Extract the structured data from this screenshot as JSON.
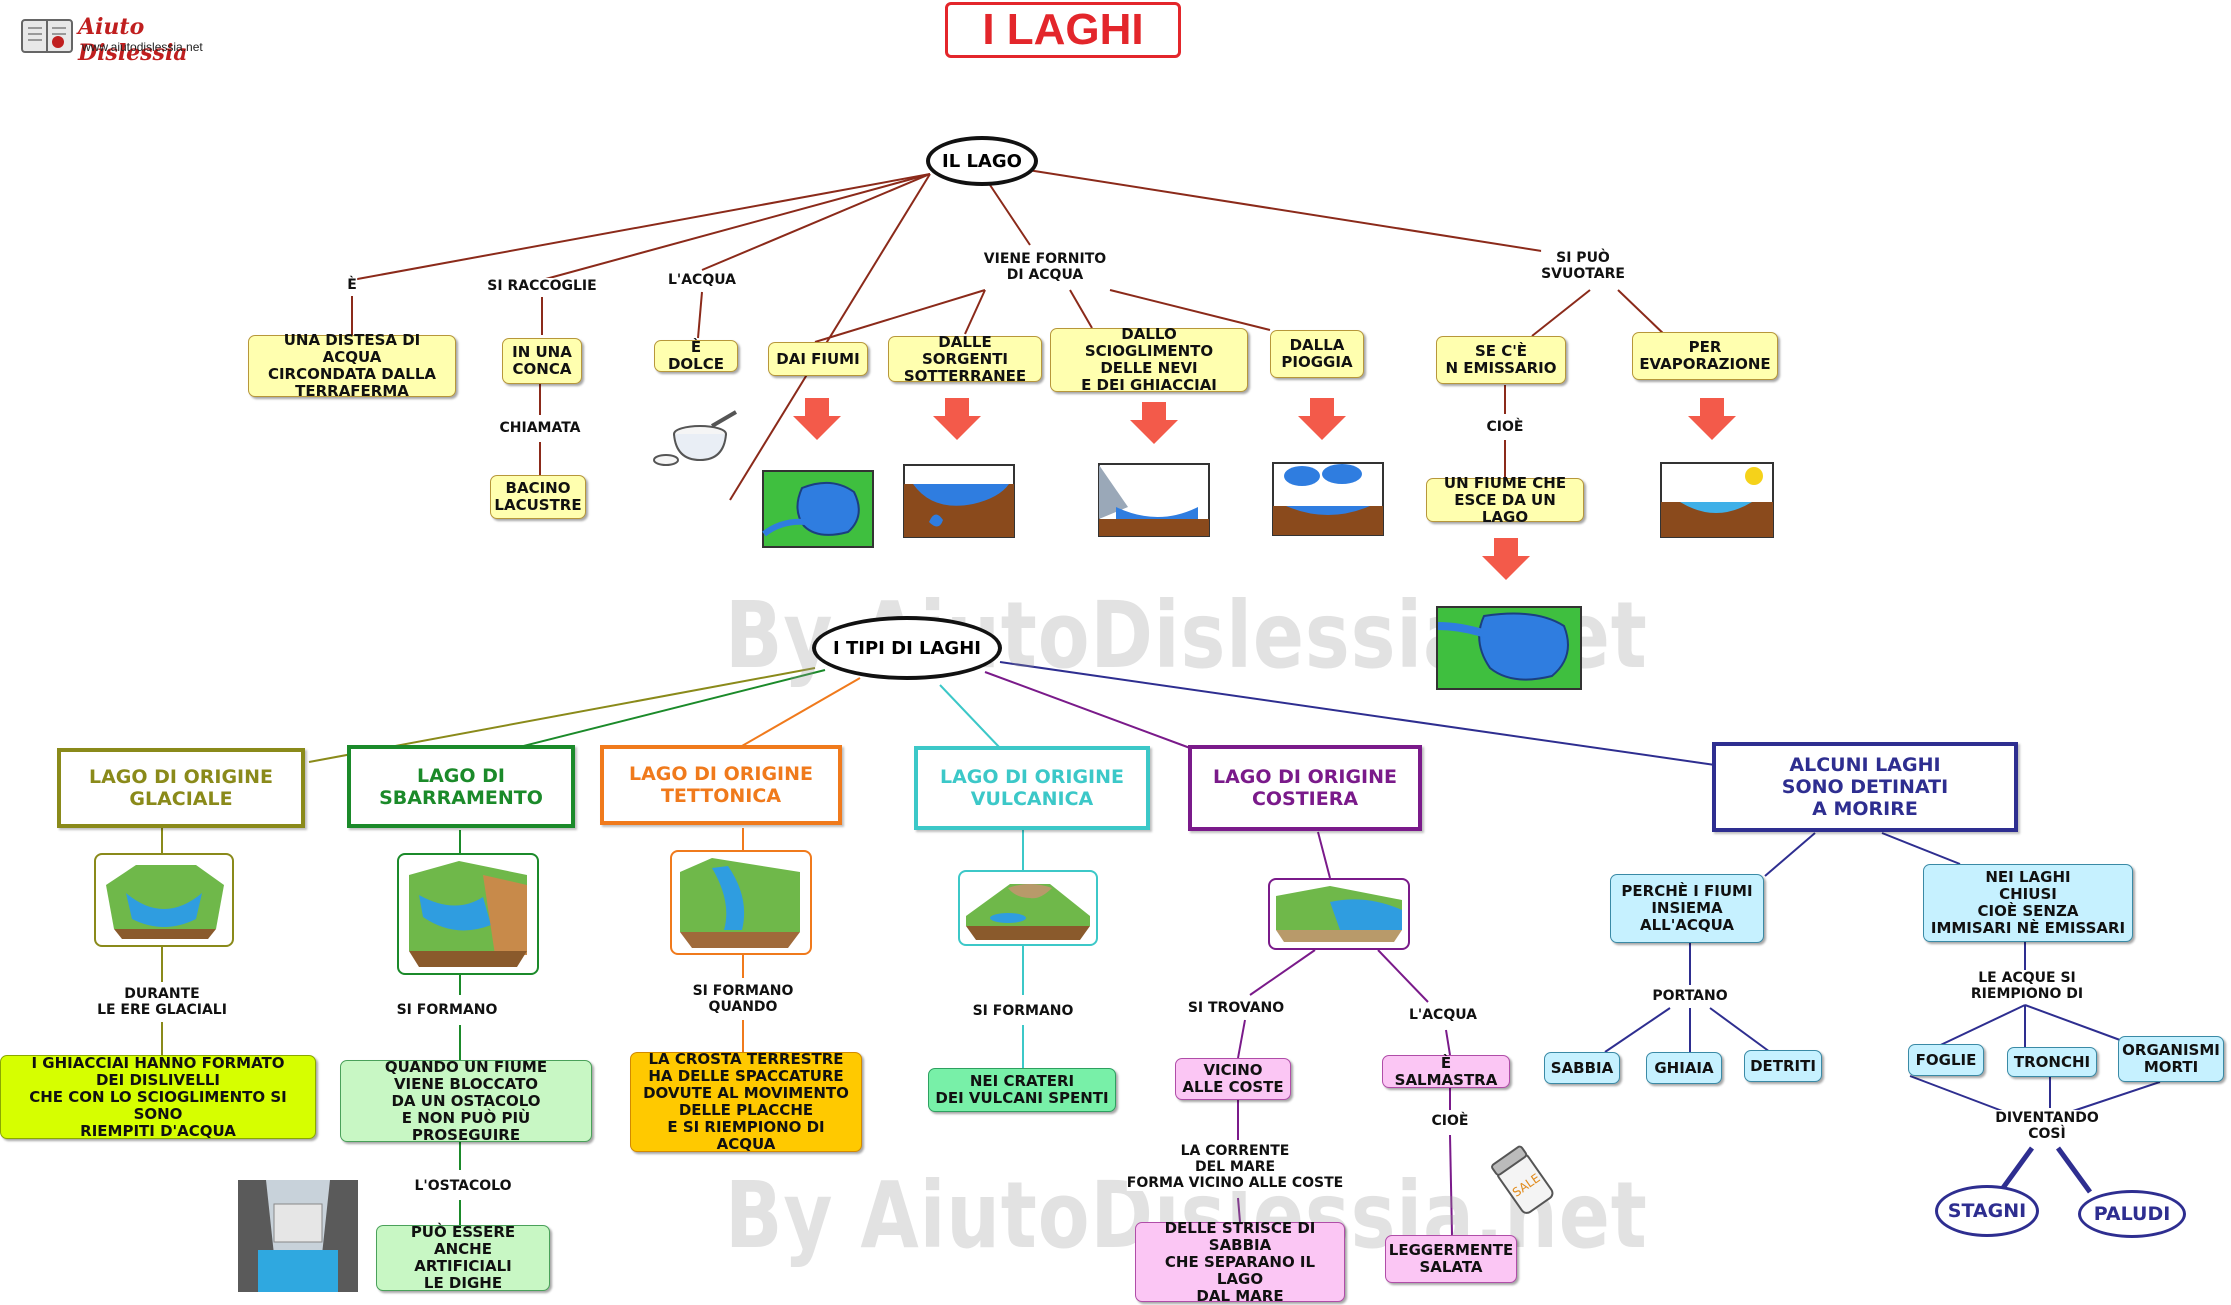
{
  "header": {
    "title": "I LAGHI",
    "logo_name": "Aiuto Dislessia",
    "logo_url": "www.aiutodislessia.net"
  },
  "watermark": "By AiutoDislessia.net",
  "top": {
    "root": "IL LAGO",
    "branch_e": {
      "label": "È",
      "box": "UNA DISTESA DI ACQUA\nCIRCONDATA DALLA\nTERRAFERMA"
    },
    "branch_raccoglie": {
      "label": "SI RACCOGLIE",
      "box": "IN UNA\nCONCA",
      "label2": "CHIAMATA",
      "box2": "BACINO\nLACUSTRE"
    },
    "branch_acqua": {
      "label": "L'ACQUA",
      "box": "È DOLCE"
    },
    "branch_fornito": {
      "label": "VIENE FORNITO\nDI ACQUA",
      "boxes": [
        "DAI FIUMI",
        "DALLE SORGENTI\nSOTTERRANEE",
        "DALLO SCIOGLIMENTO\nDELLE NEVI\nE DEI GHIACCIAI",
        "DALLA\nPIOGGIA"
      ]
    },
    "branch_svuotare": {
      "label": "SI PUÒ\nSVUOTARE",
      "box1": "SE C'È\nN EMISSARIO",
      "label2": "CIOÈ",
      "box2": "UN FIUME CHE\nESCE DA UN LAGO",
      "box3": "PER\nEVAPORAZIONE"
    }
  },
  "types": {
    "root": "I TIPI DI LAGHI",
    "glaciale": {
      "title": "LAGO DI ORIGINE\nGLACIALE",
      "label": "DURANTE\nLE ERE GLACIALI",
      "box": "I GHIACCIAI HANNO FORMATO\nDEI DISLIVELLI\nCHE CON LO SCIOGLIMENTO SI SONO\nRIEMPITI D'ACQUA"
    },
    "sbarramento": {
      "title": "LAGO DI\nSBARRAMENTO",
      "label": "SI FORMANO",
      "box": "QUANDO UN FIUME\nVIENE BLOCCATO\nDA UN OSTACOLO\nE NON PUÒ PIÙ PROSEGUIRE",
      "label2": "L'OSTACOLO",
      "box2": "PUÒ ESSERE ANCHE\nARTIFICIALI\nLE DIGHE"
    },
    "tettonica": {
      "title": "LAGO DI ORIGINE\nTETTONICA",
      "label": "SI FORMANO\nQUANDO",
      "box": "LA CROSTA TERRESTRE\nHA DELLE SPACCATURE\nDOVUTE AL MOVIMENTO\nDELLE PLACCHE\nE SI RIEMPIONO DI ACQUA"
    },
    "vulcanica": {
      "title": "LAGO DI ORIGINE\nVULCANICA",
      "label": "SI FORMANO",
      "box": "NEI CRATERI\nDEI VULCANI SPENTI"
    },
    "costiera": {
      "title": "LAGO DI ORIGINE\nCOSTIERA",
      "label_a": "SI TROVANO",
      "box_a": "VICINO\nALLE COSTE",
      "label_a2": "LA CORRENTE\nDEL MARE\nFORMA VICINO ALLE COSTE",
      "box_a2": "DELLE STRISCE DI\nSABBIA\nCHE SEPARANO IL LAGO\nDAL MARE",
      "label_b": "L'ACQUA",
      "box_b": "È SALMASTRA",
      "label_b2": "CIOÈ",
      "box_b2": "LEGGERMENTE\nSALATA"
    },
    "morire": {
      "title": "ALCUNI LAGHI\nSONO DETINATI\nA MORIRE",
      "box_left": "PERCHÈ I FIUMI\nINSIEMA\nALL'ACQUA",
      "label_left": "PORTANO",
      "left_items": [
        "SABBIA",
        "GHIAIA",
        "DETRITI"
      ],
      "box_right": "NEI LAGHI\nCHIUSI\nCIOÈ SENZA\nIMMISARI NÈ EMISSARI",
      "label_right": "LE ACQUE SI\nRIEMPIONO DI",
      "right_items": [
        "FOGLIE",
        "TRONCHI",
        "ORGANISMI\nMORTI"
      ],
      "label_become": "DIVENTANDO\nCOSÌ",
      "results": [
        "STAGNI",
        "PALUDI"
      ]
    }
  },
  "colors": {
    "glaciale": "#8a8a1a",
    "sbarramento": "#1b8a2a",
    "tettonica": "#f07a1c",
    "vulcanica": "#3cc8c8",
    "costiera": "#7a1a8a",
    "morire": "#2e2e90",
    "top_lines": "#8b2a1a"
  }
}
